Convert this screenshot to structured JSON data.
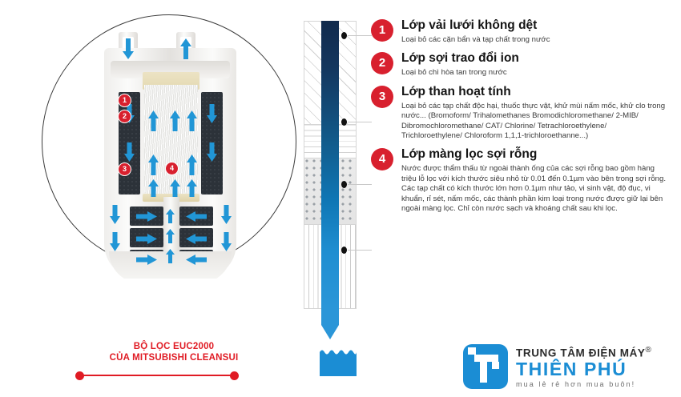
{
  "product": {
    "caption_line1": "BỘ LỌC EUC2000",
    "caption_line2": "CỦA MITSUBISHI CLEANSUI",
    "markers": [
      "1",
      "2",
      "3",
      "4"
    ],
    "inlet_icon": "arrow-down-icon",
    "outlet_icon": "arrow-up-icon"
  },
  "cross_section": {
    "layers": [
      {
        "name": "non-woven-mesh-layer",
        "marker": "1"
      },
      {
        "name": "ion-exchange-fiber-layer",
        "marker": "2"
      },
      {
        "name": "activated-carbon-layer",
        "marker": "3"
      },
      {
        "name": "hollow-fiber-membrane-layer",
        "marker": "4"
      }
    ],
    "flow_icon": "arrow-down-icon",
    "water_icon": "clean-water-icon"
  },
  "list": {
    "items": [
      {
        "number": "1",
        "title": "Lớp vải lưới không dệt",
        "desc": "Loại bỏ các cặn bẩn và tạp chất trong nước"
      },
      {
        "number": "2",
        "title": "Lớp sợi trao đổi ion",
        "desc": "Loại bỏ chì hòa tan trong nước"
      },
      {
        "number": "3",
        "title": "Lớp than hoạt tính",
        "desc": "Loại bỏ các tạp chất độc hại, thuốc thực vật, khử mùi nấm mốc, khử clo trong nước... (Bromoform/ Trihalomethanes Bromodichloromethane/ 2-MIB/ Dibromochloromethane/ CAT/ Chlorine/ Tetrachloroethylene/ Trichloroethylene/ Chloroform 1,1,1-trichloroethanne...)"
      },
      {
        "number": "4",
        "title": "Lớp màng lọc sợi rỗng",
        "desc": "Nước được thẩm thấu từ ngoài thành ống của các sợi rỗng bao gồm hàng triệu lỗ lọc với kích thước siêu nhỏ từ 0.01 đến 0.1µm vào bên trong sợi rỗng. Các tạp chất có kích thước lớn hơn 0.1µm như tảo, vi sinh vật, độ đục, vi khuẩn, rỉ sét, nấm mốc, các thành phần kim loại trong nước được giữ lại bên ngoài màng lọc. Chỉ còn nước sạch và khoáng chất sau khi lọc."
      }
    ]
  },
  "logo": {
    "line1": "TRUNG TÂM ĐIỆN MÁY",
    "registered": "®",
    "line2": "THIÊN PHÚ",
    "tagline": "mua lẻ rẻ hơn mua buôn!"
  },
  "colors": {
    "red": "#d8202e",
    "caption_red": "#e01b24",
    "blue": "#1b8dd4",
    "arrow_blue": "#2196d6",
    "core_dark": "#122b4d",
    "text_dark": "#141414",
    "text_body": "#3a3a3a"
  }
}
